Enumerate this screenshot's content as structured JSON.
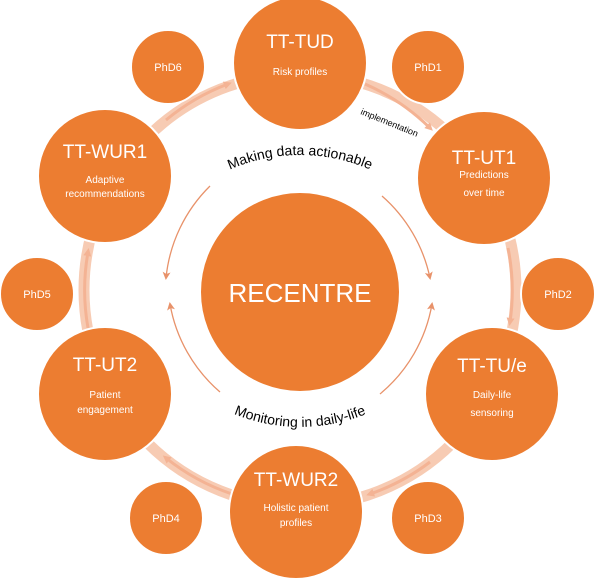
{
  "center": {
    "label": "RECENTRE"
  },
  "nodes": [
    {
      "id": "tud",
      "title": "TT-TUD",
      "subtitle": [
        "Risk profiles"
      ]
    },
    {
      "id": "ut1",
      "title": "TT-UT1",
      "subtitle": [
        "Predictions",
        "over time"
      ]
    },
    {
      "id": "tue",
      "title": "TT-TU/e",
      "subtitle": [
        "Daily-life",
        "sensoring"
      ]
    },
    {
      "id": "wur2",
      "title": "TT-WUR2",
      "subtitle": [
        "Holistic patient",
        "profiles"
      ]
    },
    {
      "id": "ut2",
      "title": "TT-UT2",
      "subtitle": [
        "Patient",
        "engagement"
      ]
    },
    {
      "id": "wur1",
      "title": "TT-WUR1",
      "subtitle": [
        "Adaptive",
        "recommendations"
      ]
    }
  ],
  "phds": [
    "PhD1",
    "PhD2",
    "PhD3",
    "PhD4",
    "PhD5",
    "PhD6"
  ],
  "captions": {
    "top": "Making data actionable",
    "bottom": "Monitoring in daily-life",
    "implementation": "implementation"
  },
  "colors": {
    "accent": "#ec7d31",
    "ring": "#f7cbb3",
    "inner_arrow": "#e8926a"
  }
}
